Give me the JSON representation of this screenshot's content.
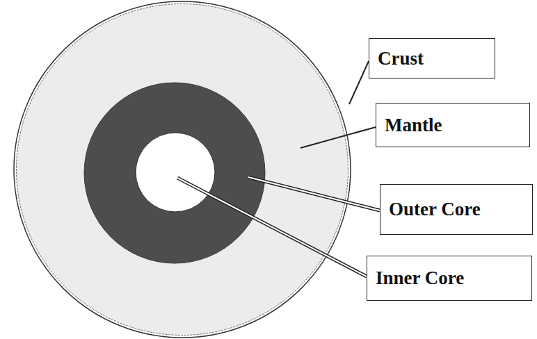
{
  "diagram": {
    "nodes": [
      {
        "text": [
          "Crust"
        ]
      },
      {
        "text": [
          "Mantle"
        ]
      },
      {
        "text": [
          "Outer Core"
        ]
      },
      {
        "text": [
          "Inner Core"
        ]
      }
    ]
  }
}
